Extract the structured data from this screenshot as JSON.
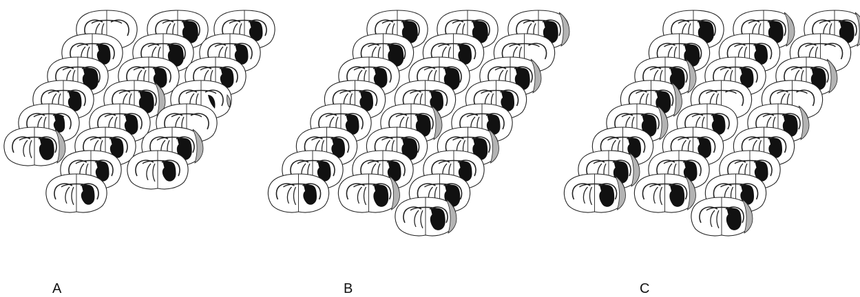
{
  "figure": {
    "colors": {
      "outline": "#222222",
      "lesion": "#111111",
      "penumbra": "#b3b3b3",
      "background": "#ffffff"
    },
    "panels": [
      {
        "label": "A",
        "columns": [
          [
            "plain",
            "core-mid",
            "core-high",
            "core-mid",
            "core-low",
            "core-pen"
          ],
          [
            "core-high",
            "core-high",
            "core-mid",
            "core-pen",
            "core-mid",
            "core-mid",
            "core-mid",
            "core-mid"
          ],
          [
            "core-mid",
            "core-mid",
            "core-mid",
            "pen-small",
            "plain",
            "core-pen",
            "core-mid"
          ]
        ]
      },
      {
        "label": "B",
        "columns": [
          [
            "core-high",
            "core-high",
            "core-mid",
            "core-mid",
            "core-mid",
            "core-mid",
            "core-mid",
            "core-mid"
          ],
          [
            "core-high",
            "core-mid",
            "core-high",
            "core-mid",
            "core-pen",
            "core-high",
            "core-mid",
            "core-pen"
          ],
          [
            "core-pen",
            "plain",
            "core-pen",
            "core-mid",
            "core-mid",
            "core-pen",
            "core-mid",
            "core-high",
            "core-pen"
          ]
        ]
      },
      {
        "label": "C",
        "columns": [
          [
            "core-high",
            "core-high",
            "core-pen",
            "core-pen",
            "core-pen",
            "core-mid",
            "core-pen",
            "core-pen"
          ],
          [
            "core-pen",
            "core-mid",
            "core-mid",
            "plain",
            "core-mid",
            "core-mid",
            "core-mid",
            "core-pen"
          ],
          [
            "core-pen",
            "plain",
            "core-pen",
            "plain",
            "core-pen",
            "core-mid",
            "core-mid",
            "core-mid",
            "core-pen"
          ]
        ]
      }
    ]
  }
}
